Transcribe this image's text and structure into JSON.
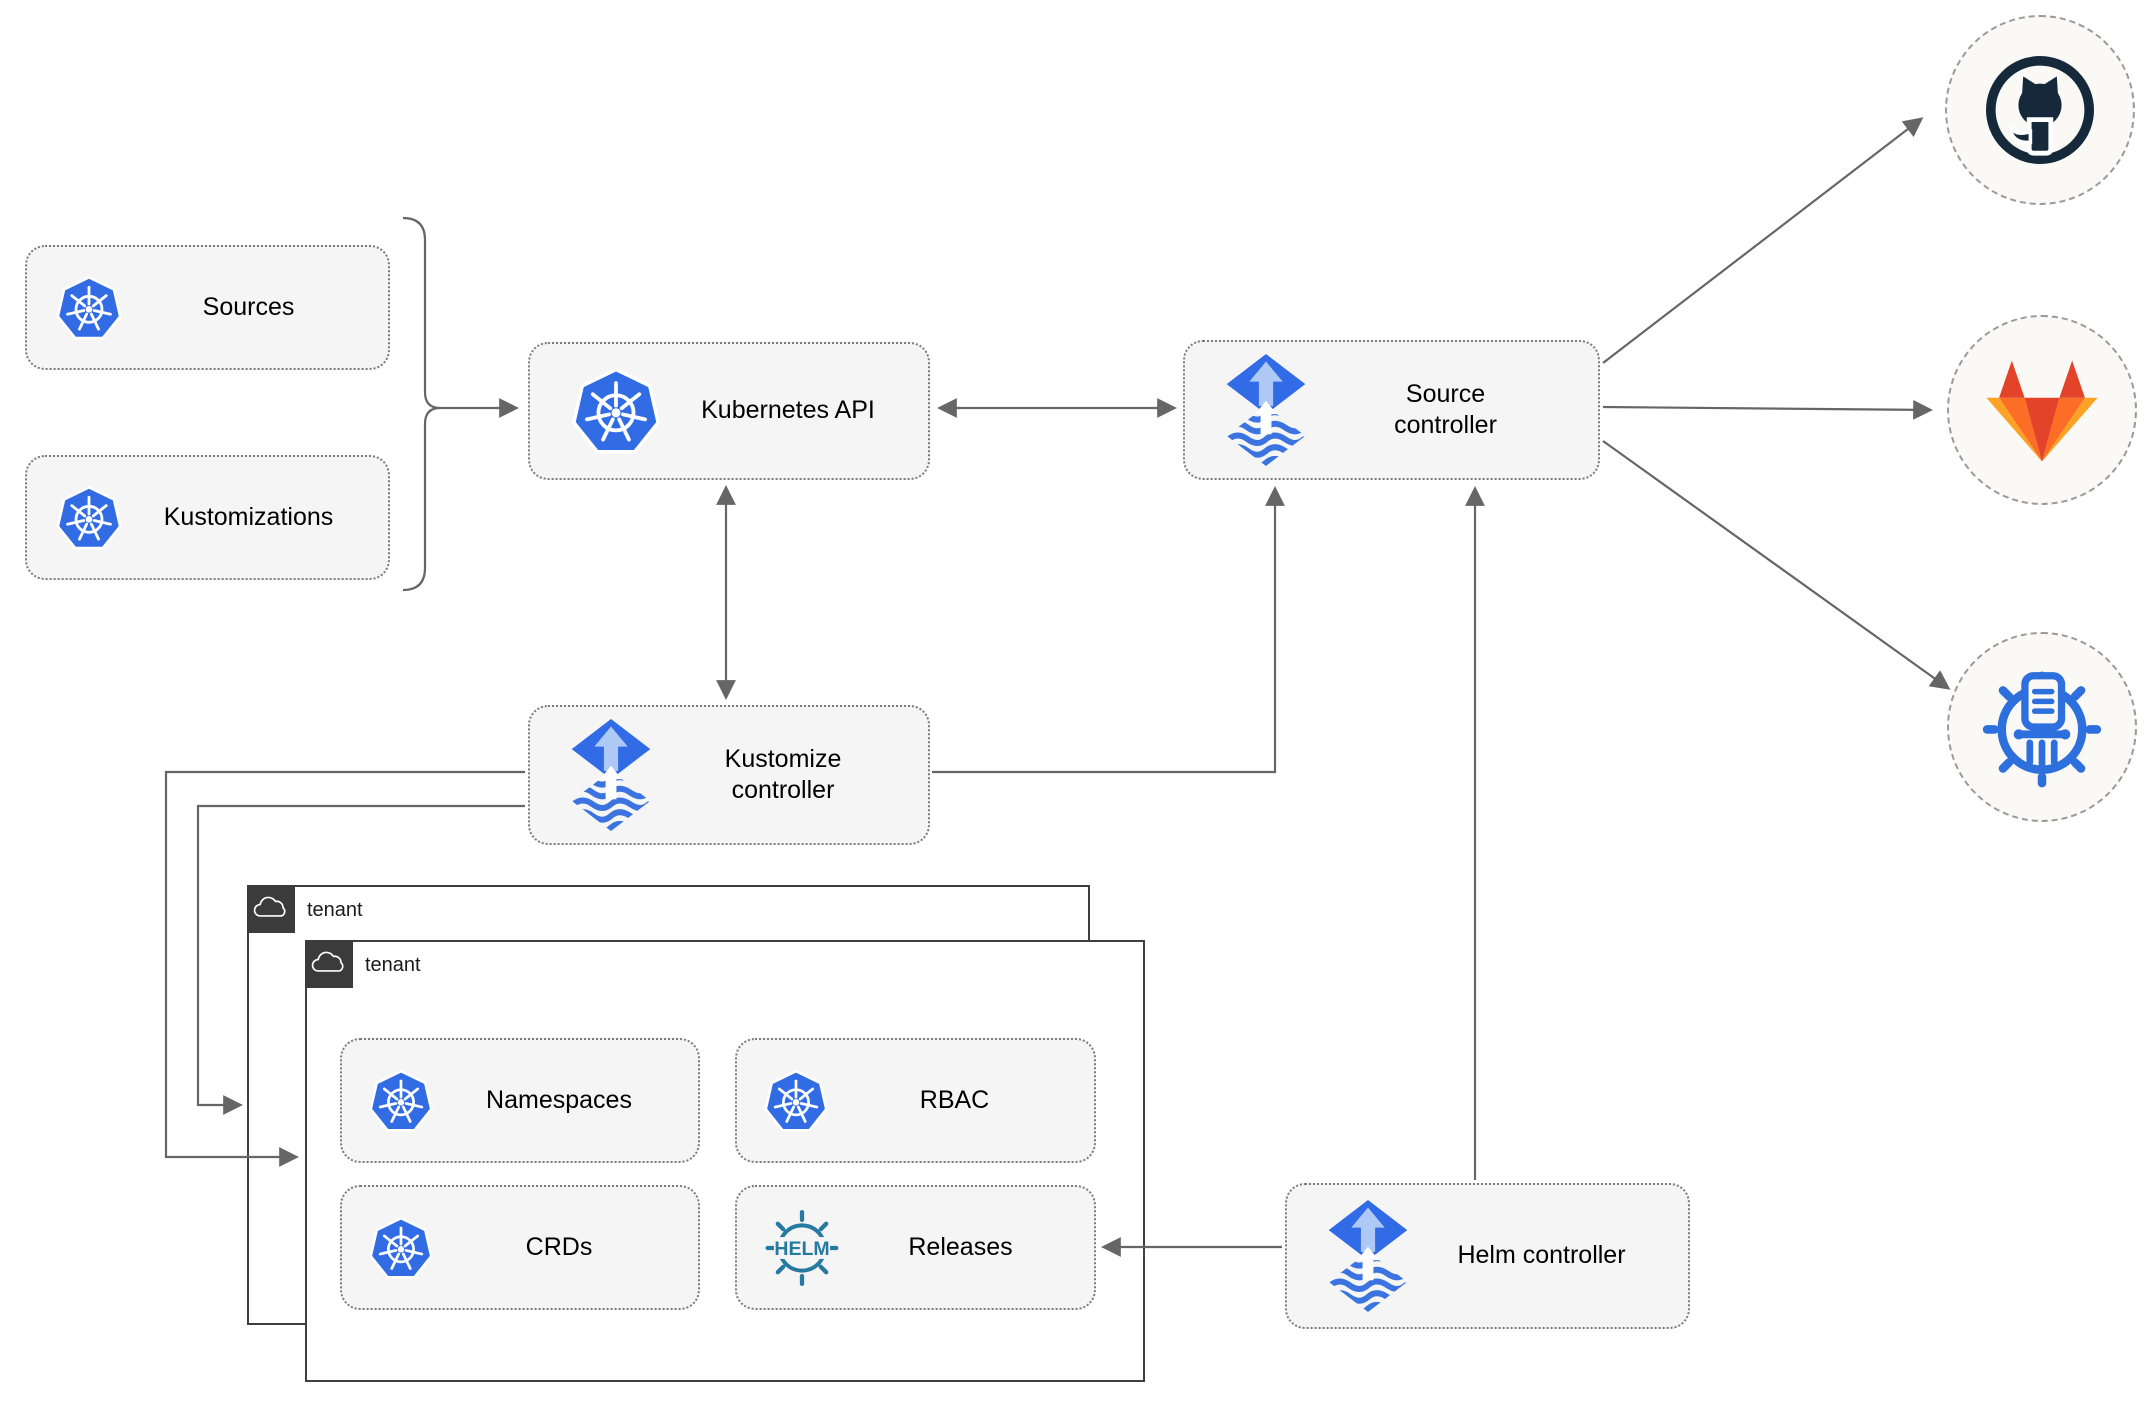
{
  "nodes": {
    "sources": {
      "label": "Sources"
    },
    "kustomizations": {
      "label": "Kustomizations"
    },
    "kubernetes_api": {
      "label": "Kubernetes API"
    },
    "source_controller": {
      "label": "Source controller"
    },
    "kustomize_controller": {
      "label": "Kustomize controller"
    },
    "helm_controller": {
      "label": "Helm controller"
    },
    "namespaces": {
      "label": "Namespaces"
    },
    "rbac": {
      "label": "RBAC"
    },
    "crds": {
      "label": "CRDs"
    },
    "releases": {
      "label": "Releases"
    }
  },
  "tenants": {
    "back": {
      "label": "tenant"
    },
    "front": {
      "label": "tenant"
    }
  },
  "helm_logo_text": "HELM",
  "endpoints": {
    "github": "GitHub repository",
    "gitlab": "GitLab repository",
    "helm_repository": "Helm chart repository"
  },
  "colors": {
    "kubernetes_blue": "#326CE5",
    "flux_blue": "#316CE6",
    "flux_light_arrow": "#AEC9F6",
    "helm_teal": "#277A9F",
    "github_dark": "#15293B",
    "gitlab_red": "#E24329",
    "gitlab_orange": "#FC6D26",
    "gitlab_yellow": "#FCA326",
    "museum_blue": "#2D6FDD",
    "arrow_gray": "#666666",
    "node_fill": "#F5F5F5",
    "tenant_badge_bg": "#3B3B3B"
  }
}
